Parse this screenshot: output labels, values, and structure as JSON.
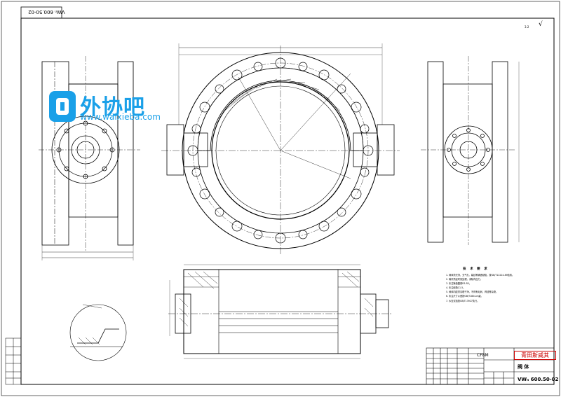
{
  "title_block": {
    "company": "青田斯威其",
    "part_name": "阀 体",
    "drawing_no": "VWₙ 600.50-02",
    "drawing_no_top": "VWₙ 600.50-02",
    "material": "CF8M"
  },
  "roughness": {
    "symbol": "√",
    "reference": "3.2"
  },
  "notes": {
    "title": "技 术 要 求",
    "items": [
      "1. 阀体须光滑，无气孔、裂纹等铸造缺陷，按GB/T12224-89验收。",
      "2. 铸件须经时效处理，消除内应力。",
      "3. 未注铸造圆角R3-R5。",
      "4. 未注倒角C1.5。",
      "5. 阀体内腔须清理干净，不得有毛刺、焊渣等杂物。",
      "6. 未注尺寸公差按GB/T1804-m级。",
      "7. 水压试验按GB/T13927执行。"
    ]
  },
  "watermark": {
    "brand": "外协吧",
    "url": "www.waixieba.com"
  },
  "colors": {
    "line": "#000000",
    "watermark": "#1aa0e8",
    "stamp": "#cc0000"
  }
}
